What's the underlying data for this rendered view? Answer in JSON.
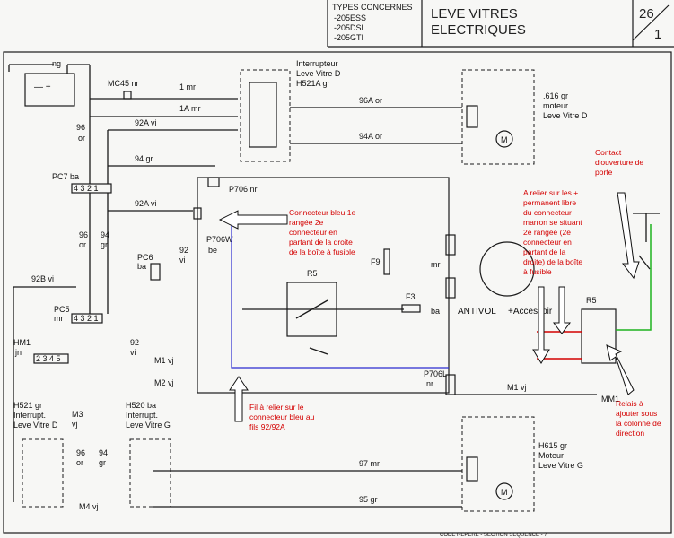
{
  "header": {
    "types_title": "TYPES CONCERNES",
    "types": [
      "-205ESS",
      "-205DSL",
      "-205GTI"
    ],
    "title_line1": "LEVE VITRES",
    "title_line2": "ELECTRIQUES",
    "page_number": "26",
    "page_sub": "1"
  },
  "labels": {
    "ng": "ng",
    "mc45": "MC45 nr",
    "w1mr": "1 mr",
    "w1amr": "1A mr",
    "w96or": "96\nor",
    "w92avi": "92A vi",
    "w94gr": "94 gr",
    "pc7": "PC7 ba",
    "p706nr": "P706 nr",
    "w92avi2": "92A vi",
    "w96": "96\nor",
    "w94": "94\ngr",
    "pc6": "PC6\nba",
    "w92vi": "92\nvi",
    "p706w": "P706W\nbe",
    "w92bvi": "92B vi",
    "pc5": "PC5\nmr",
    "hm1": "HM1\njn",
    "w92vi2": "92\nvi",
    "m1vj": "M1 vj",
    "m2vj": "M2 vj",
    "m3vj": "M3\nvj",
    "h521": "H521 gr\nInterrupt.\nLeve Vitre D",
    "h520": "H520 ba\nInterrupt.\nLeve Vitre G",
    "w96or2": "96\nor",
    "w94gr2": "94\ngr",
    "m4vj": "M4 vj",
    "int_d": "Interrupteur\nLeve Vitre D\nH521A gr",
    "w96aor": "96A or",
    "w94aor": "94A or",
    "motor_d": "616 gr\nmoteur\nLeve Vitre D",
    "r5": "R5",
    "f9": "F9",
    "f3": "F3",
    "mr": "mr",
    "ba": "ba",
    "antivol": "ANTIVOL",
    "accessoire": "+Accessoir",
    "p706l": "P706L\nnr",
    "m1vj2": "M1 vj",
    "mm1": "MM1",
    "w97mr": "97 mr",
    "w95gr": "95 gr",
    "motor_g": "H615 gr\nMoteur\nLeve Vitre G",
    "r5b": "R5",
    "footer": "CODE REPERE - SECTION SEQUENCE - 7"
  },
  "annotations": {
    "connecteur_bleu": "Connecteur bleu 1e\nrangée 2e\nconnecteur en\npartant de la droite\nde la boîte à fusible",
    "a_relier": "A relier sur les +\npermanent libre\ndu connecteur\nmarron se situant\n2e rangée (2e\nconnecteur en\npartant de la\ndroite) de la boîte\nà fusible",
    "contact_porte": "Contact\nd'ouverture de\nporte",
    "fil_relier": "Fil à relier sur le\nconnecteur bleu au\nfils 92/92A",
    "relais": "Relais à\najouter sous\nla colonne de\ndirection"
  },
  "colors": {
    "annotation_red": "#d40000",
    "added_wire_blue": "#2b2bd0",
    "added_wire_green": "#1fb31f",
    "ink": "#1a1a1a"
  }
}
